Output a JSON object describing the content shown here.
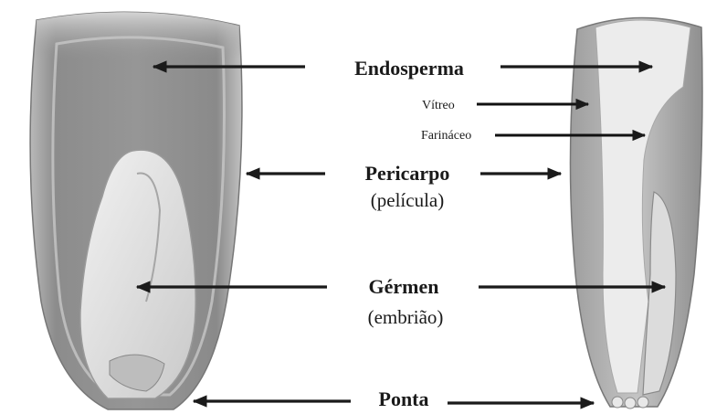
{
  "labels": {
    "endosperma": "Endosperma",
    "vitreo": "Vítreo",
    "farinaceo": "Farináceo",
    "pericarpo": "Pericarpo",
    "pelicula": "(película)",
    "germen": "Gérmen",
    "embriao": "(embrião)",
    "ponta": "Ponta"
  },
  "colors": {
    "background": "#ffffff",
    "text": "#1a1a1a",
    "kernel_gray": "#8d8d8d",
    "germ_light": "#e6e6e6"
  }
}
